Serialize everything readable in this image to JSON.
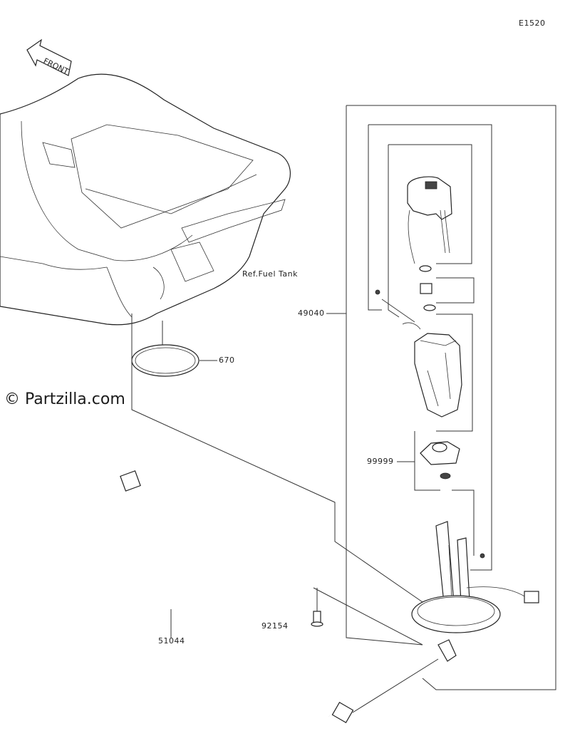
{
  "diagram_code": "E1520",
  "front_label": "FRONT",
  "watermark": "© Partzilla.com",
  "labels": {
    "ref_fuel_tank": "Ref.Fuel Tank",
    "p670": "670",
    "p49040": "49040",
    "p99999": "99999",
    "p92154": "92154",
    "p51044": "51044"
  }
}
